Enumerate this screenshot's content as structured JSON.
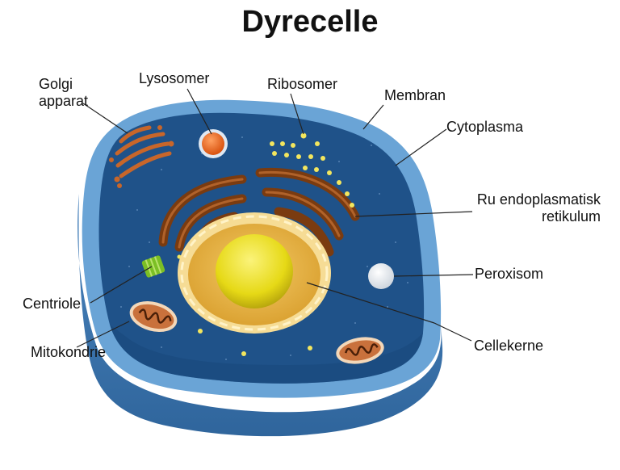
{
  "title": "Dyrecelle",
  "labels": {
    "golgi_line1": "Golgi",
    "golgi_line2": "apparat",
    "lysosomer": "Lysosomer",
    "ribosomer": "Ribosomer",
    "membran": "Membran",
    "cytoplasma": "Cytoplasma",
    "er_line1": "Ru endoplasmatisk",
    "er_line2": "retikulum",
    "peroxisom": "Peroxisom",
    "centriole": "Centriole",
    "mitokondrie": "Mitokondrie",
    "cellekerne": "Cellekerne"
  },
  "colors": {
    "membrane_outer": "#5f99cc",
    "membrane_side": "#3b74ad",
    "cytoplasm": "#1d4f86",
    "cytoplasm_dark": "#143d6c",
    "nucleus_envelope": "#f4d78a",
    "nucleoplasm": "#e8b84a",
    "nucleolus": "#e9e21a",
    "er": "#7b3d12",
    "golgi": "#c8662a",
    "lysosome": "#ef6b1e",
    "ribosome": "#f1e35a",
    "peroxisome": "#f2f2f2",
    "centriole": "#7bbf24",
    "mitochondria": "#c9713c"
  }
}
